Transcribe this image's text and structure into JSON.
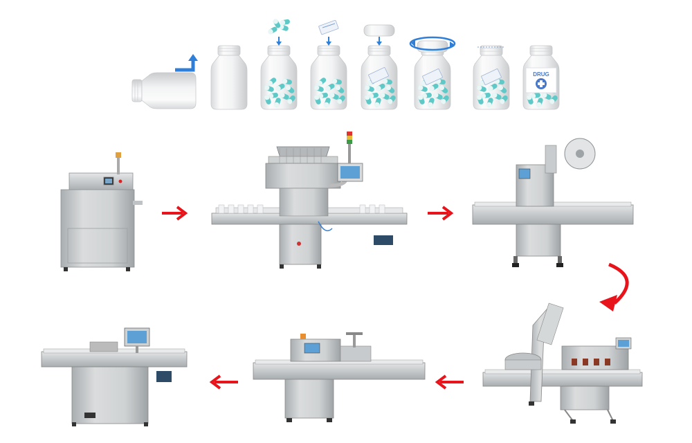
{
  "label": {
    "drug": "DRUG"
  },
  "colors": {
    "arrow_red": "#e8141c",
    "arrow_blue": "#2f7fd8",
    "capsule_teal": "#5ec9c7",
    "steel": "#c9ccce",
    "steel_dark": "#8e9396"
  },
  "steps": [
    {
      "id": "bottle-unscrambler",
      "icon": "bottle-tilt"
    },
    {
      "id": "empty-bottle",
      "icon": "bottle"
    },
    {
      "id": "capsule-counting",
      "icon": "bottle-capsules"
    },
    {
      "id": "desiccant-insert",
      "icon": "bottle-desiccant"
    },
    {
      "id": "cap-placing",
      "icon": "bottle-cap"
    },
    {
      "id": "capping",
      "icon": "bottle-cap-rotate"
    },
    {
      "id": "induction-sealing",
      "icon": "bottle-sealed"
    },
    {
      "id": "labeling",
      "icon": "bottle-labeled"
    }
  ],
  "machines": [
    "bottle-unscrambler-machine",
    "tablet-counting-machine",
    "desiccant-inserter-machine",
    "capping-machine",
    "induction-sealer-machine",
    "labeling-machine"
  ]
}
